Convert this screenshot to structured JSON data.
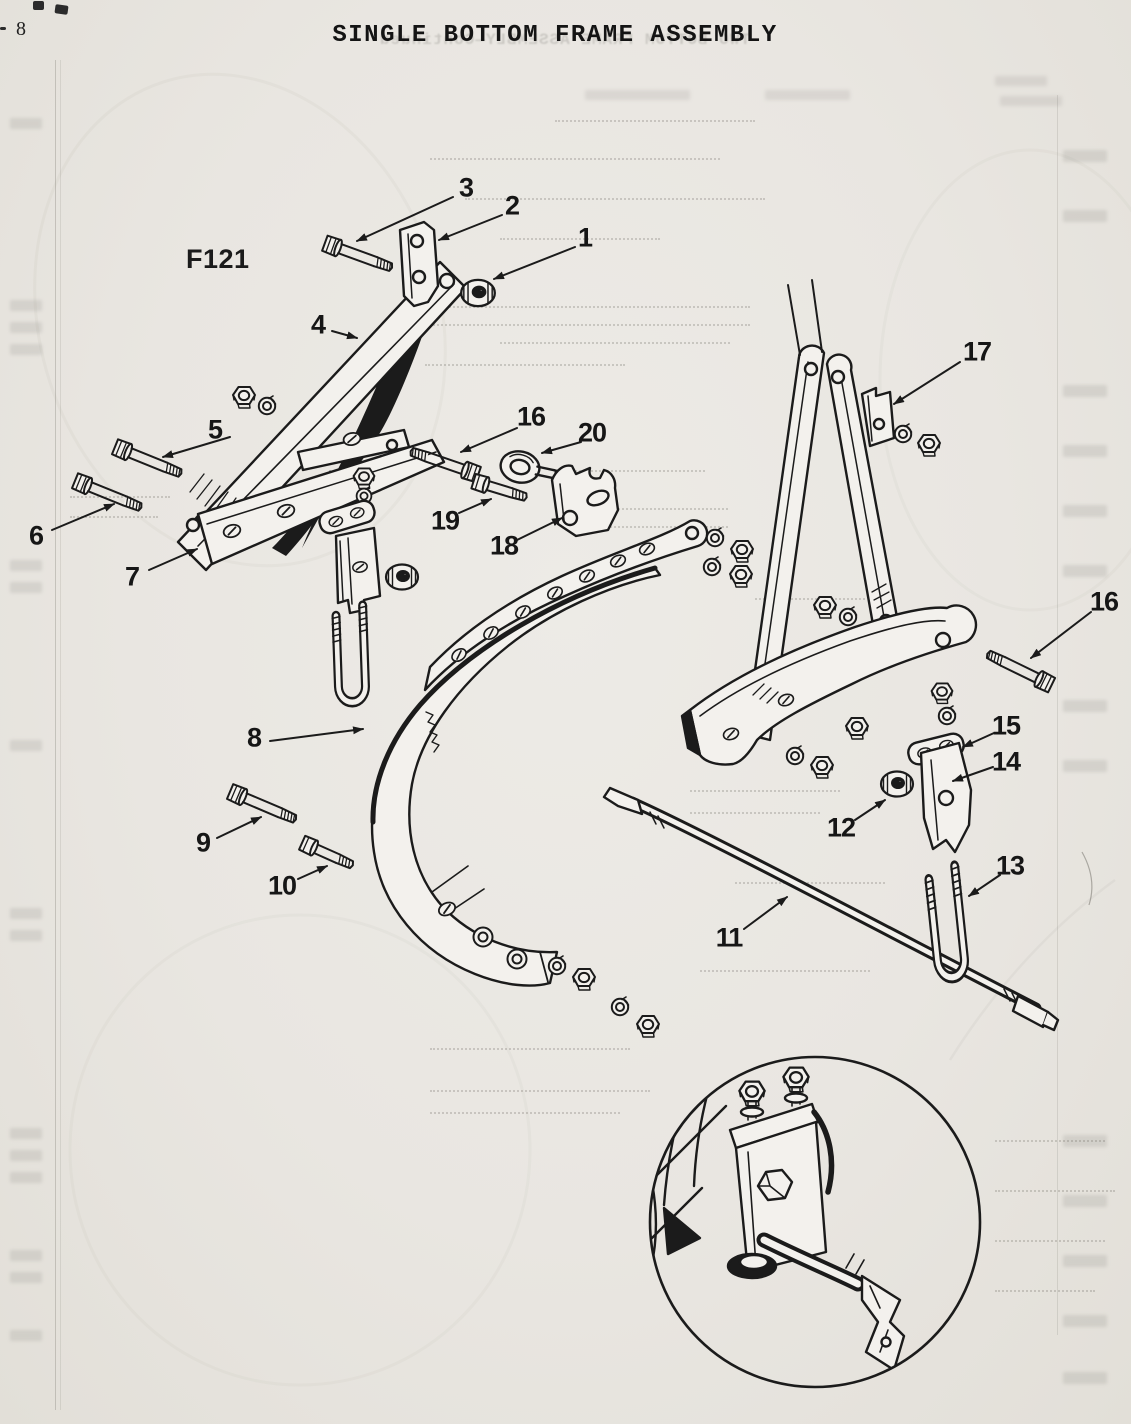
{
  "page": {
    "number": "8",
    "title": "SINGLE BOTTOM FRAME ASSEMBLY",
    "figure_label": "F121"
  },
  "ghost": {
    "title": "TWO BOTTOM FRAME ASSEMBLY—Continued"
  },
  "colors": {
    "paper": "#e9e6e1",
    "ink": "#1b1b1b"
  },
  "callouts": [
    {
      "label": "1"
    },
    {
      "label": "2"
    },
    {
      "label": "3"
    },
    {
      "label": "4"
    },
    {
      "label": "5"
    },
    {
      "label": "6"
    },
    {
      "label": "7"
    },
    {
      "label": "8"
    },
    {
      "label": "9"
    },
    {
      "label": "10"
    },
    {
      "label": "11"
    },
    {
      "label": "12"
    },
    {
      "label": "13"
    },
    {
      "label": "14"
    },
    {
      "label": "15"
    },
    {
      "label": "16"
    },
    {
      "label": "16"
    },
    {
      "label": "17"
    },
    {
      "label": "18"
    },
    {
      "label": "19"
    },
    {
      "label": "20"
    }
  ]
}
